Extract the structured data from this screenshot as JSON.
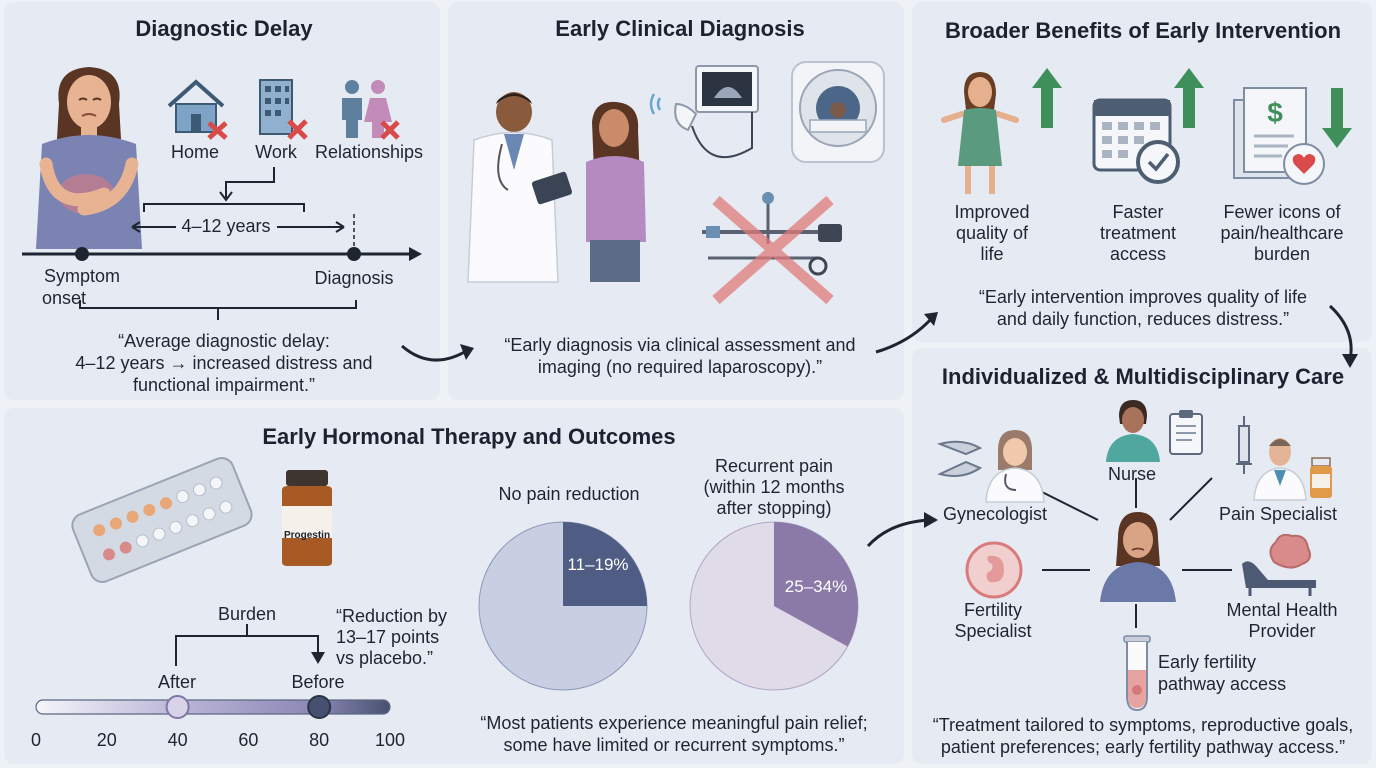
{
  "colors": {
    "panel_bg": "#e6ebf3",
    "accent_green": "#3f8f5a",
    "accent_red": "#d94a4a",
    "pie_light": "#c9cfe3",
    "pie_dark1": "#4f5d85",
    "pie_dark2": "#8b7aa8"
  },
  "delay": {
    "title": "Diagnostic Delay",
    "labels": {
      "home": "Home",
      "work": "Work",
      "relationships": "Relationships"
    },
    "range": "4–12 years",
    "onset_line1": "Symptom",
    "onset_line2": "onset",
    "diagnosis": "Diagnosis",
    "quote": [
      "“Average diagnostic delay:",
      "4–12 years → increased distress and",
      "functional impairment.”"
    ]
  },
  "early": {
    "title": "Early Clinical Diagnosis",
    "quote": [
      "“Early diagnosis via clinical assessment and",
      "imaging (no required laparoscopy).”"
    ]
  },
  "benefits": {
    "title": "Broader Benefits of Early Intervention",
    "items": [
      {
        "lines": [
          "Improved",
          "quality of",
          "life"
        ],
        "icon": "smiling-woman-icon",
        "trend": "up"
      },
      {
        "lines": [
          "Faster",
          "treatment",
          "access"
        ],
        "icon": "calendar-clock-icon",
        "trend": "up"
      },
      {
        "lines": [
          "Fewer icons of",
          "pain/healthcare",
          "burden"
        ],
        "icon": "bill-heart-icon",
        "trend": "down"
      }
    ],
    "quote": [
      "“Early intervention improves quality of life",
      "and daily function, reduces distress.”"
    ]
  },
  "care": {
    "title": "Individualized & Multidisciplinary Care",
    "roles": {
      "gynecologist": "Gynecologist",
      "nurse": "Nurse",
      "pain": "Pain Specialist",
      "fertility_line1": "Fertility",
      "fertility_line2": "Specialist",
      "mental_line1": "Mental Health",
      "mental_line2": "Provider",
      "early_line1": "Early fertility",
      "early_line2": "pathway access"
    },
    "quote": [
      "“Treatment tailored to symptoms, reproductive goals,",
      "patient preferences; early fertility pathway access.”"
    ]
  },
  "hormonal": {
    "title": "Early Hormonal Therapy and Outcomes",
    "bottle_label": "Progestin",
    "burden_label": "Burden",
    "burden_quote": [
      "“Reduction by",
      "13–17 points",
      "vs placebo.”"
    ],
    "after_label": "After",
    "before_label": "Before",
    "scale": {
      "ticks": [
        "0",
        "20",
        "40",
        "60",
        "80",
        "100"
      ],
      "after": 40,
      "before": 80
    },
    "pie1": {
      "title": "No pain reduction",
      "label": "11–19%",
      "slice_fraction": 0.25
    },
    "pie2": {
      "title": [
        "Recurrent pain",
        "(within 12 months",
        "after stopping)"
      ],
      "label": "25–34%",
      "slice_fraction": 0.33
    },
    "quote": [
      "“Most patients experience meaningful pain relief;",
      "some have limited or recurrent symptoms.”"
    ]
  }
}
